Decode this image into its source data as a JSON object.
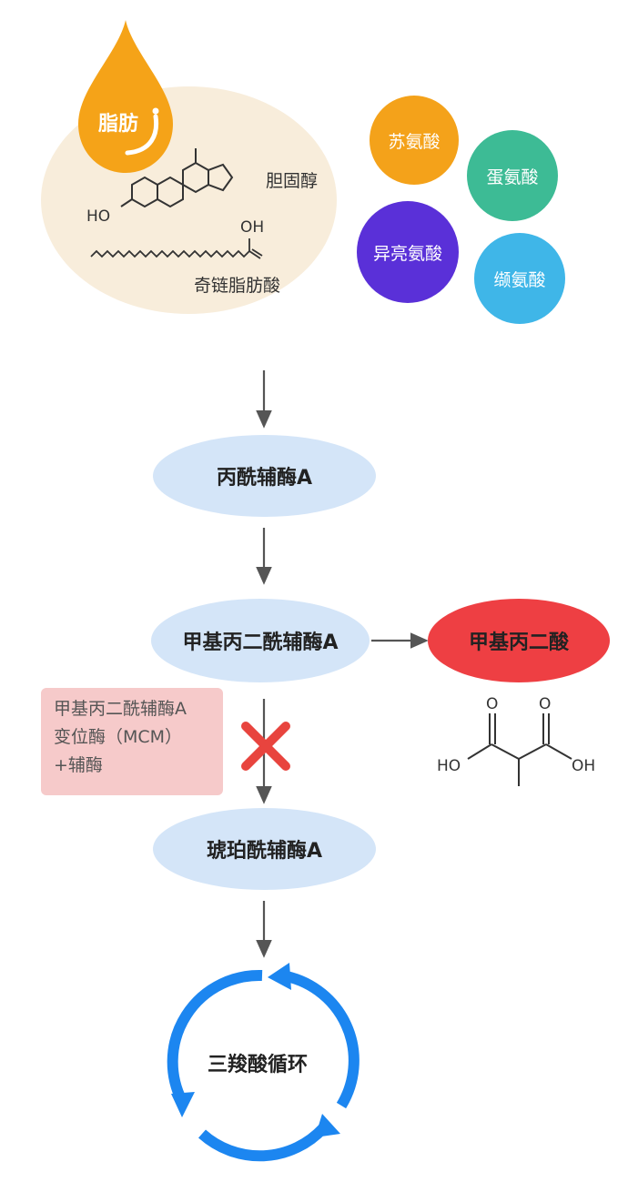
{
  "sources": {
    "fat_label": "脂肪",
    "cholesterol_label": "胆固醇",
    "odd_chain_label": "奇链脂肪酸",
    "ho_label": "HO",
    "oh_label": "OH"
  },
  "amino_acids": [
    {
      "label": "苏氨酸",
      "color": "#f4a21a"
    },
    {
      "label": "蛋氨酸",
      "color": "#3dbb95"
    },
    {
      "label": "异亮氨酸",
      "color": "#5a30d8"
    },
    {
      "label": "缬氨酸",
      "color": "#3fb6e8"
    }
  ],
  "pathway": {
    "propionyl": "丙酰辅酶A",
    "methylmalonyl": "甲基丙二酰辅酶A",
    "methylmalonic_acid": "甲基丙二酸",
    "succinyl": "琥珀酰辅酶A",
    "tca": "三羧酸循环"
  },
  "enzyme_box": {
    "line1": "甲基丙二酰辅酶A",
    "line2": "变位酶（MCM）",
    "line3": "+辅酶"
  },
  "malonic_structure": {
    "o_left": "O",
    "o_right": "O",
    "ho_left": "HO",
    "oh_right": "OH"
  },
  "colors": {
    "fat_drop": "#f5a318",
    "fat_cloud": "#f8eddb",
    "node_fill": "#d4e5f8",
    "acid_red": "#ee3f43",
    "cross_red": "#e8443e",
    "cycle_blue": "#1c86f0",
    "arrow_gray": "#555555"
  }
}
